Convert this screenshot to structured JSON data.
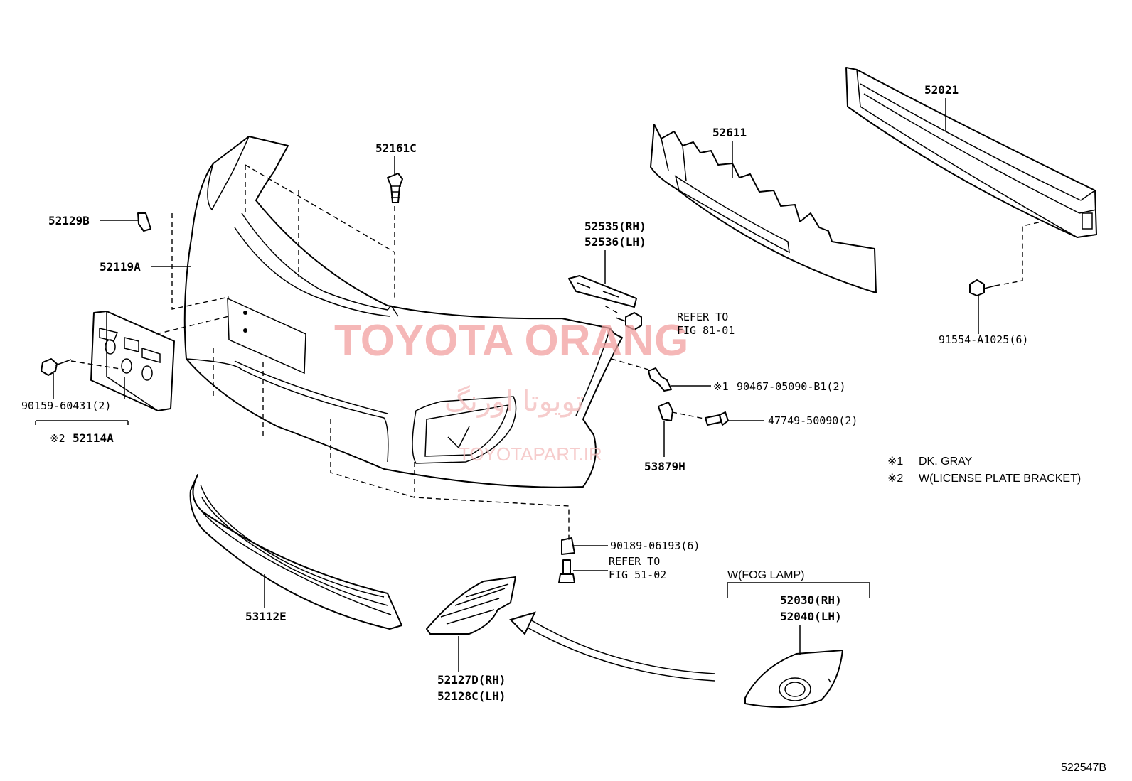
{
  "labels": {
    "p52021": "52021",
    "p52611": "52611",
    "p52161c": "52161C",
    "p52129b": "52129B",
    "p52119a": "52119A",
    "p52535": "52535(RH)",
    "p52536": "52536(LH)",
    "refer1_a": "REFER TO",
    "refer1_b": "FIG 81-01",
    "p91554": "91554-A1025(6)",
    "p90467_mark": "※1",
    "p90467": "90467-05090-B1(2)",
    "p47749": "47749-50090(2)",
    "p53879h": "53879H",
    "p90159": "90159-60431(2)",
    "p52114a_mark": "※2",
    "p52114a": "52114A",
    "p90189": "90189-06193(6)",
    "refer2_a": "REFER TO",
    "refer2_b": "FIG 51-02",
    "p53112e": "53112E",
    "p52127d": "52127D(RH)",
    "p52128c": "52128C(LH)",
    "fog_title": "W(FOG LAMP)",
    "p52030": "52030(RH)",
    "p52040": "52040(LH)",
    "fig_code": "522547B"
  },
  "legend": {
    "note1_mark": "※1",
    "note1": "DK. GRAY",
    "note2_mark": "※2",
    "note2": "W(LICENSE PLATE BRACKET)"
  },
  "watermark": {
    "brand": "TOYOTA ORANG",
    "brand_fa": "تویوتا اورنگ",
    "site": "TOYOTAPART.IR"
  }
}
